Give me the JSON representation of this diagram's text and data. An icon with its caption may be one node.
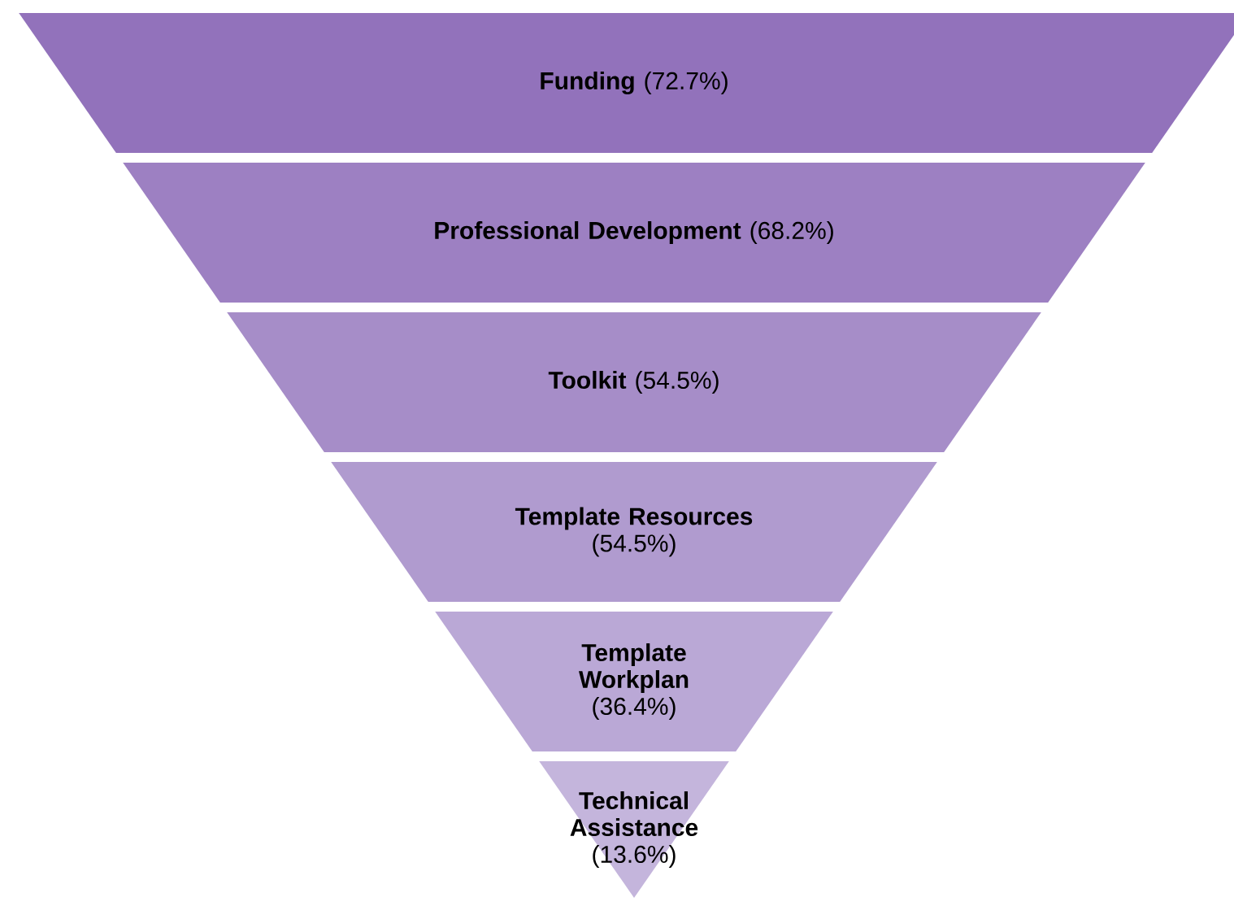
{
  "diagram": {
    "nodes": [
      {
        "text": [
          "Funding",
          "(72.7%)"
        ]
      },
      {
        "text": [
          "Professional Development",
          "(68.2%)"
        ]
      },
      {
        "text": [
          "Toolkit",
          "(54.5%)"
        ]
      },
      {
        "text": [
          "Template Resources",
          "(54.5%)"
        ]
      },
      {
        "text": [
          "Template Workplan",
          "(36.4%)"
        ]
      },
      {
        "text": [
          "Technical Assistance",
          "(13.6%)"
        ]
      }
    ]
  }
}
